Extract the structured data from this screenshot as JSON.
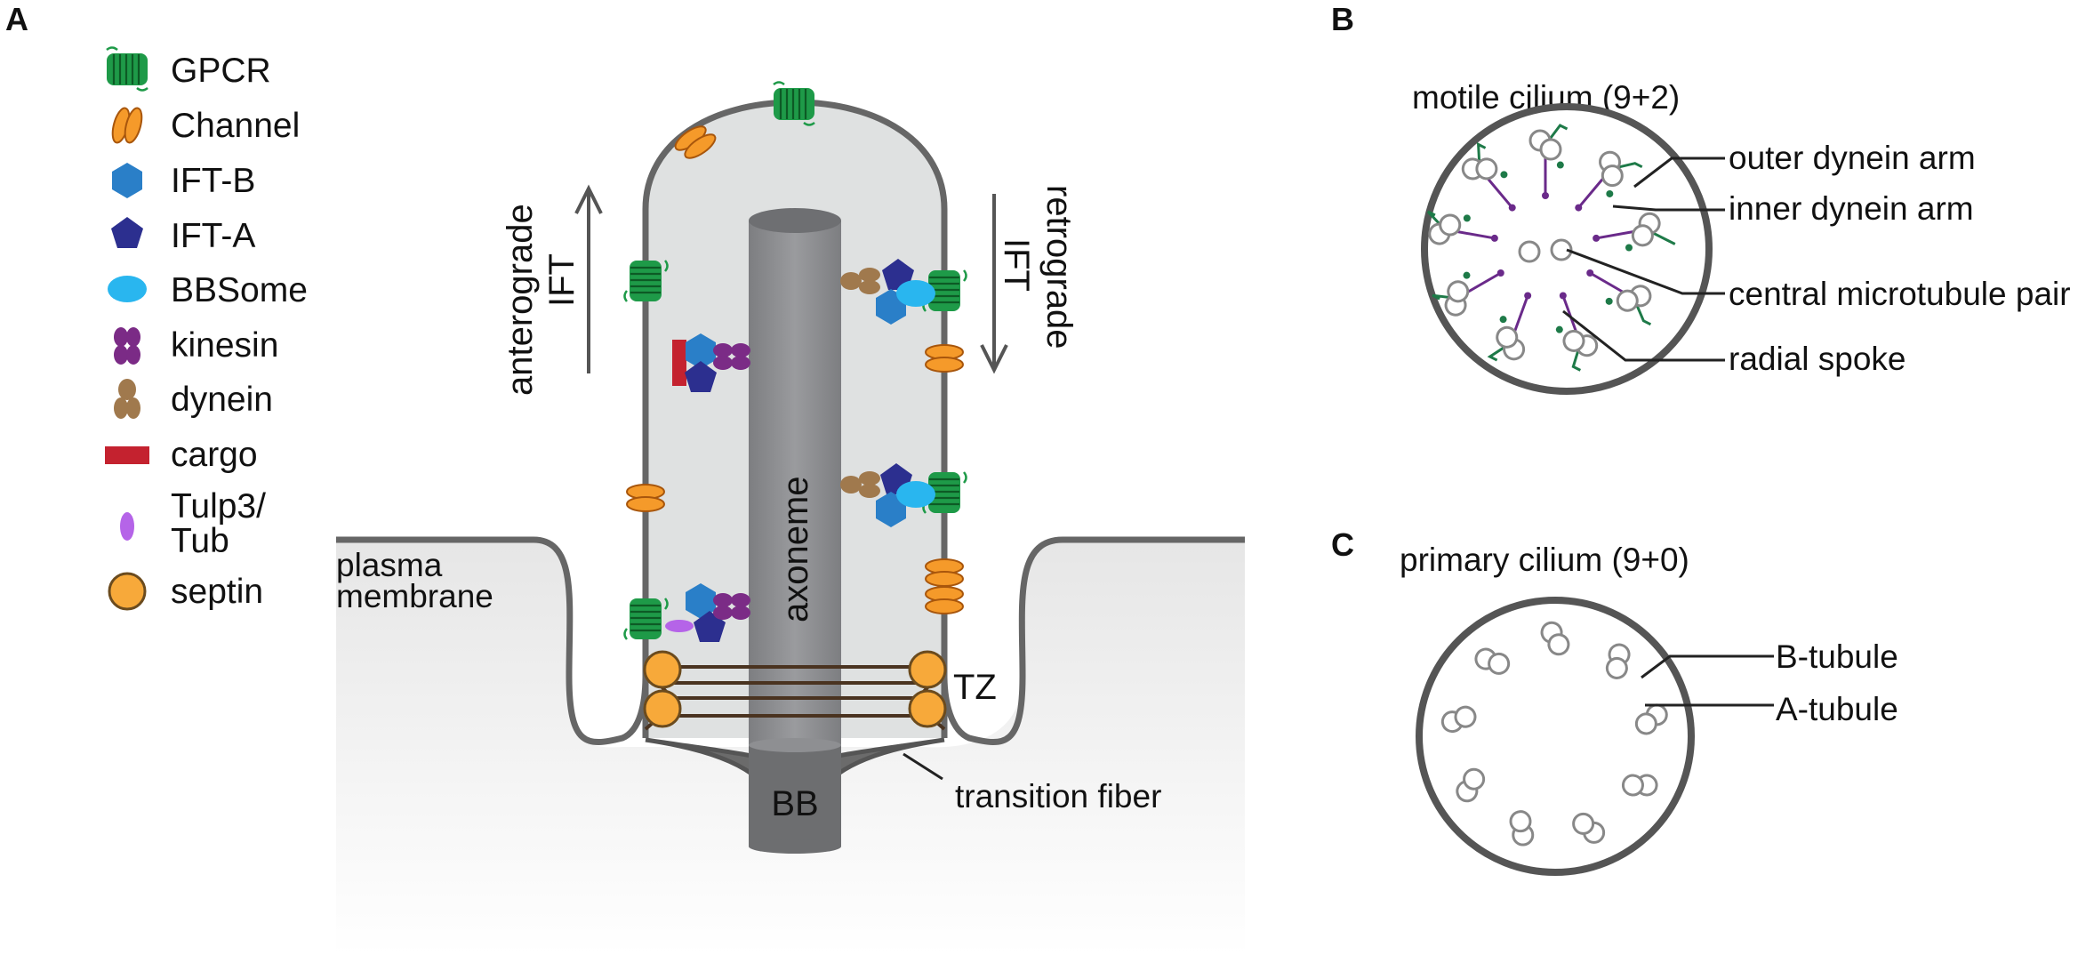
{
  "panels": {
    "a": "A",
    "b": "B",
    "c": "C"
  },
  "legend": [
    {
      "icon": "gpcr-icon",
      "label": "GPCR"
    },
    {
      "icon": "channel-icon",
      "label": "Channel"
    },
    {
      "icon": "ift-b-icon",
      "label": "IFT-B"
    },
    {
      "icon": "ift-a-icon",
      "label": "IFT-A"
    },
    {
      "icon": "bbsome-icon",
      "label": "BBSome"
    },
    {
      "icon": "kinesin-icon",
      "label": "kinesin"
    },
    {
      "icon": "dynein-icon",
      "label": "dynein"
    },
    {
      "icon": "cargo-icon",
      "label": "cargo"
    },
    {
      "icon": "tulp3-tub-icon",
      "label": "Tulp3/\nTub"
    },
    {
      "icon": "septin-icon",
      "label": "septin"
    }
  ],
  "cilium": {
    "axoneme": "axoneme",
    "bb": "BB",
    "tz": "TZ",
    "transition_fiber": "transition fiber",
    "plasma_membrane_1": "plasma",
    "plasma_membrane_2": "membrane",
    "anterograde_1": "anterograde",
    "anterograde_2": "IFT",
    "retrograde_1": "retrograde",
    "retrograde_2": "IFT"
  },
  "motile": {
    "title": "motile cilium (9+2)",
    "outer_dynein_arm": "outer dynein arm",
    "inner_dynein_arm": "inner dynein arm",
    "central_pair": "central microtubule pair",
    "radial_spoke": "radial spoke"
  },
  "primary": {
    "title": "primary cilium (9+0)",
    "b_tubule": "B-tubule",
    "a_tubule": "A-tubule"
  },
  "colors": {
    "gpcr": "#1e9a48",
    "channel": "#f59a2a",
    "ift_b": "#2a7fc8",
    "ift_a": "#2c2f8f",
    "bbsome": "#29b6ef",
    "kinesin": "#7b2b86",
    "dynein": "#a0794d",
    "cargo": "#c4222f",
    "tulp": "#b564e8",
    "septin": "#f7a93a",
    "membrane": "#666666",
    "axoneme": "#8e8f92"
  }
}
